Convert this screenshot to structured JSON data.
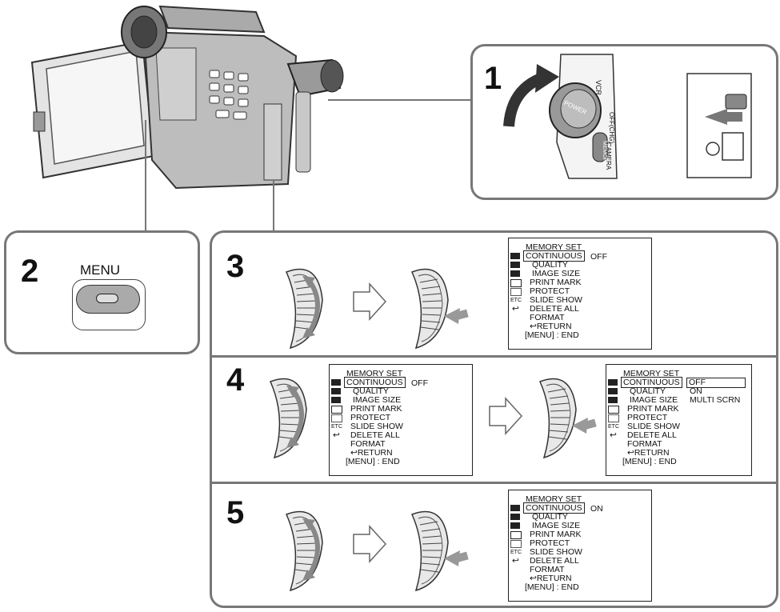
{
  "steps": {
    "s1": "1",
    "s2": "2",
    "s3": "3",
    "s4": "4",
    "s5": "5"
  },
  "camera_labels": {
    "vcr": "VCR",
    "power": "POWER",
    "off_chg": "OFF(CHG)",
    "camera": "CAMERA",
    "memory": "MEMORY"
  },
  "menu_button_label": "MENU",
  "menu": {
    "title": "MEMORY SET",
    "items": {
      "continuous": "CONTINUOUS",
      "quality": "QUALITY",
      "image_size": "IMAGE SIZE",
      "print_mark": "PRINT MARK",
      "protect": "PROTECT",
      "slide_show": "SLIDE SHOW",
      "delete_all": "DELETE ALL",
      "format": "FORMAT",
      "return": "RETURN",
      "end": "[MENU] : END"
    },
    "etc": "ETC"
  },
  "values": {
    "s3_continuous": "OFF",
    "s4a_continuous": "OFF",
    "s4b_off": "OFF",
    "s4b_on": "ON",
    "s4b_multi": "MULTI SCRN",
    "s5_continuous": "ON"
  }
}
